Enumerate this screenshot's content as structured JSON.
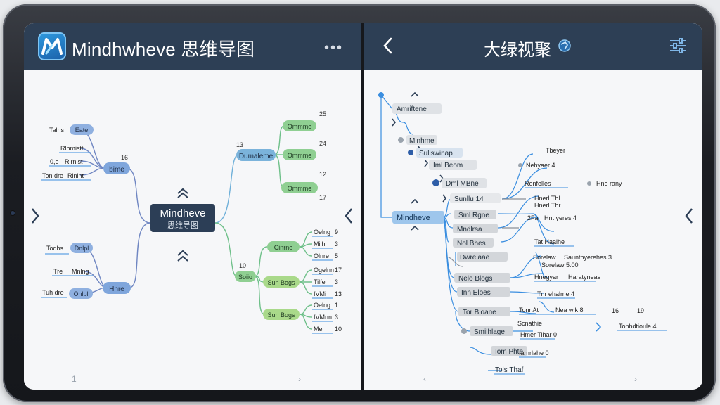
{
  "left": {
    "title": "Mindhwheve 思维导图",
    "more": "•••",
    "central_line1": "Mindheve",
    "central_line2": "思维导图",
    "branches": {
      "b1": {
        "label": "bime",
        "num": "16",
        "items": [
          {
            "node": "Eate",
            "text": "Talhs"
          },
          {
            "node": "Rlhmistt",
            "text": ""
          },
          {
            "node": "Rirnist",
            "text": "0,e"
          },
          {
            "node": "Rinint",
            "text": "Ton dre"
          }
        ]
      },
      "b2": {
        "label": "Dumaleme",
        "num": "13",
        "items": [
          {
            "node": "Ommme",
            "num": "25"
          },
          {
            "node": "Ommme",
            "num": "24"
          },
          {
            "node": "Ommme",
            "num": "12",
            "num2": "17"
          }
        ]
      },
      "b3": {
        "label": "Hnre",
        "items": [
          {
            "node": "Dnlpl",
            "text": "Todhs"
          },
          {
            "node": "Mnlng",
            "text": "Tre"
          },
          {
            "node": "Onlpl",
            "text": "Tuh dre"
          }
        ]
      },
      "b4": {
        "label": "Soiio",
        "num": "10",
        "subs": [
          {
            "node": "Cinrne",
            "leaves": [
              {
                "t": "Oelng",
                "n": "9"
              },
              {
                "t": "Milh",
                "n": "3"
              },
              {
                "t": "Olnre",
                "n": "5"
              }
            ]
          },
          {
            "node": "Sun Bogs",
            "leaves": [
              {
                "t": "Ogelnn",
                "n": "17"
              },
              {
                "t": "Tilfe",
                "n": "3"
              },
              {
                "t": "IVMi",
                "n": "13"
              }
            ]
          },
          {
            "node": "Sun Bogs",
            "leaves": [
              {
                "t": "Oelng",
                "n": "1"
              },
              {
                "t": "IVMnn",
                "n": "3"
              },
              {
                "t": "Me",
                "n": "10"
              }
            ]
          }
        ]
      }
    },
    "foot_left": "1",
    "foot_right": "›"
  },
  "right": {
    "title": "大绿视聚",
    "tree": [
      "Amriftene",
      "Minhme",
      "Suliswinap",
      "Iml Beom",
      "Dml MBne",
      "Sunllu 14",
      "Mindheve",
      "Sml Rgne",
      "Mndlrsa",
      "Nol Bhes",
      "Dwrelaae",
      "Nelo Blogs",
      "Inn Eloes",
      "Tor Bloane",
      "Smilhlage",
      "Iom Phte",
      "Tols Thaf"
    ],
    "labels": [
      "Tbeyer",
      "Nehyaer 4",
      "Ronfelles",
      "Hne rany",
      "Hnerl Thl",
      "Hnerl Thr",
      "2Fa",
      "Hnt yeres 4",
      "Tat Haaihe",
      "Sorelaw",
      "Saunthyerehes 3",
      "Sorelaw 5.00",
      "Hnegyar",
      "Haratyneas",
      "Tnr ehalme 4",
      "Tonr At",
      "Nea wik 8",
      "Scnathie",
      "Hmer Tihar 0",
      "Iamrlahe 0",
      "Tonhdtioule 4",
      "16",
      "19"
    ],
    "foot_left": "‹",
    "foot_right": "›"
  },
  "colors": {
    "appbar": "#2d3f55",
    "blue_node": "#7fa6dc",
    "green_node": "#8fcf92",
    "grey_node": "#d3d6da",
    "central": "#2c3e56",
    "accent": "#3a8ee0"
  }
}
